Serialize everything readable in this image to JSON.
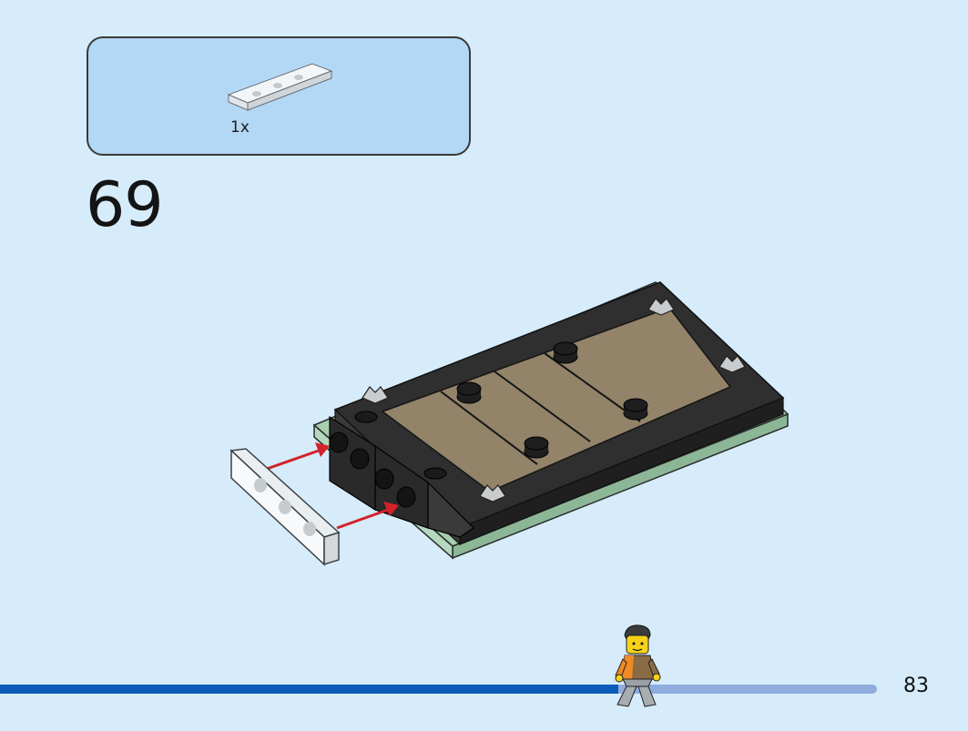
{
  "parts_panel": {
    "part_icon": "transparent-1x4-tile-icon",
    "quantity": "1x"
  },
  "step": {
    "number": "69"
  },
  "progress": {
    "fraction": 0.705,
    "figure_icon": "minifigure-walking-icon"
  },
  "page": {
    "number": "83"
  },
  "colors": {
    "page_background": "#d6ecfb",
    "parts_panel": "#b3d8f6",
    "progress_done": "#0a5cb8",
    "progress_remaining": "#8facdd",
    "arrow": "#d3222a",
    "baseplate_black": "#2b2b2b",
    "tile_tan": "#8f8066",
    "sand_green": "#9fc8aa"
  }
}
